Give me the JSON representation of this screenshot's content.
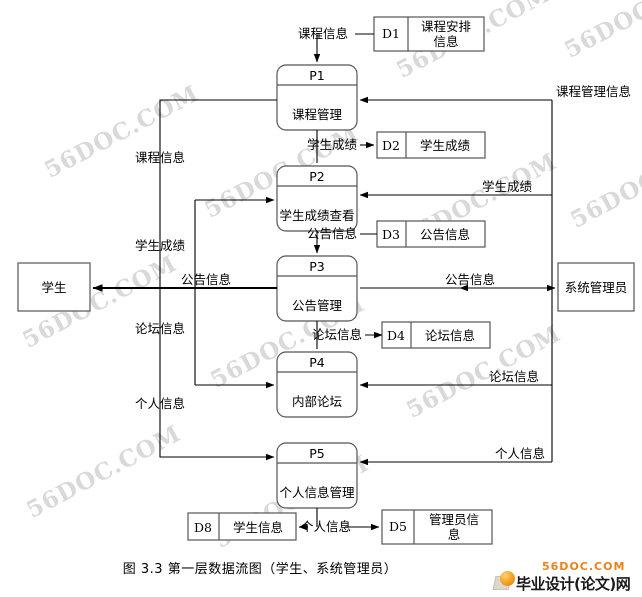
{
  "caption": "图 3.3 第一层数据流图（学生、系统管理员）",
  "watermark_text": "56DOC.COM",
  "footer": {
    "site": "56DOC.COM",
    "name": "毕业设计(论文)网"
  },
  "entities": [
    {
      "id": "student",
      "label": "学生"
    },
    {
      "id": "admin",
      "label": "系统管理员"
    }
  ],
  "processes": [
    {
      "id": "P1",
      "number": "P1",
      "label": "课程管理"
    },
    {
      "id": "P2",
      "number": "P2",
      "label": "学生成绩查看"
    },
    {
      "id": "P3",
      "number": "P3",
      "label": "公告管理"
    },
    {
      "id": "P4",
      "number": "P4",
      "label": "内部论坛"
    },
    {
      "id": "P5",
      "number": "P5",
      "label": "个人信息管理"
    }
  ],
  "datastores": [
    {
      "id": "D1",
      "number": "D1",
      "label": "课程安排信息",
      "line1": "课程安排",
      "line2": "信息"
    },
    {
      "id": "D2",
      "number": "D2",
      "label": "学生成绩",
      "line1": "学生成绩",
      "line2": ""
    },
    {
      "id": "D3",
      "number": "D3",
      "label": "公告信息",
      "line1": "公告信息",
      "line2": ""
    },
    {
      "id": "D4",
      "number": "D4",
      "label": "论坛信息",
      "line1": "论坛信息",
      "line2": ""
    },
    {
      "id": "D8",
      "number": "D8",
      "label": "学生信息",
      "line1": "学生信息",
      "line2": ""
    },
    {
      "id": "D5",
      "number": "D5",
      "label": "管理员信息",
      "line1": "管理员信",
      "line2": "息"
    }
  ],
  "flows": {
    "d1_to_p1": "课程信息",
    "p1_to_d2": "学生成绩",
    "p2_to_d3": "公告信息",
    "p3_to_d4": "论坛信息",
    "p5_to_stores": "个人信息",
    "left_course": "课程信息",
    "left_score": "学生成绩",
    "left_notice": "公告信息",
    "left_forum": "论坛信息",
    "left_personal": "个人信息",
    "right_course_mgmt": "课程管理信息",
    "right_score": "学生成绩",
    "right_notice": "公告信息",
    "right_forum": "论坛信息",
    "right_personal": "个人信息"
  }
}
